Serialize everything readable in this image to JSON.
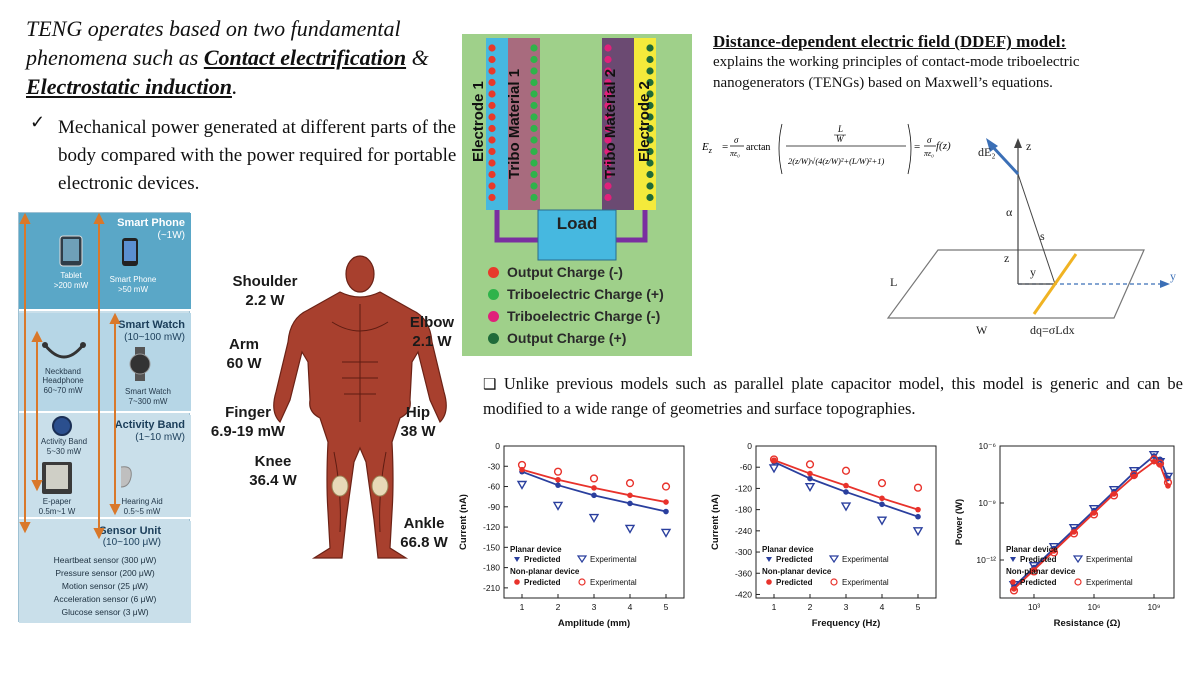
{
  "intro": {
    "pre": "TENG operates based on two fundamental phenomena such as ",
    "term1": "Contact electrification",
    "amp": " & ",
    "term2": "Electrostatic induction",
    "post": "."
  },
  "bullet1": {
    "mark": "✓",
    "text": "Mechanical power generated at different parts of the body compared with the power required for portable electronic devices."
  },
  "devices": {
    "smartphone": {
      "title": "Smart Phone",
      "range": "(~1W)",
      "tablet": "Tablet",
      "tablet_power": ">200 mW",
      "phone": "Smart Phone",
      "phone_power": ">50 mW"
    },
    "smartwatch": {
      "title": "Smart Watch",
      "range": "(10~100 mW)",
      "neckband": "Neckband Headphone",
      "neckband_power": "60~70 mW",
      "watch": "Smart Watch",
      "watch_power": "7~300 mW"
    },
    "activity": {
      "title": "Activity Band",
      "range": "(1~10 mW)",
      "band": "Activity Band",
      "band_power": "5~30 mW",
      "epaper": "E-paper",
      "epaper_power": "0.5m~1 W",
      "hearing": "Hearing Aid",
      "hearing_power": "0.5~5 mW"
    },
    "sensor": {
      "title": "Sensor Unit",
      "range": "(10~100 μW)",
      "items": [
        "Heartbeat sensor (300 μW)",
        "Pressure sensor (200 μW)",
        "Motion sensor (25 μW)",
        "Acceleration sensor (6 μW)",
        "Glucose sensor (3 μW)"
      ]
    }
  },
  "body_power": {
    "shoulder": {
      "label": "Shoulder",
      "value": "2.2 W"
    },
    "arm": {
      "label": "Arm",
      "value": "60 W"
    },
    "finger": {
      "label": "Finger",
      "value": "6.9-19 mW"
    },
    "knee": {
      "label": "Knee",
      "value": "36.4 W"
    },
    "elbow": {
      "label": "Elbow",
      "value": "2.1 W"
    },
    "hip": {
      "label": "Hip",
      "value": "38 W"
    },
    "ankle": {
      "label": "Ankle",
      "value": "66.8 W"
    }
  },
  "teng": {
    "electrode1": "Electrode 1",
    "tribo1": "Tribo Material 1",
    "tribo2": "Tribo Material 2",
    "electrode2": "Electrode 2",
    "load": "Load",
    "legend": [
      {
        "label": "Output Charge (-)",
        "color": "#e8392b"
      },
      {
        "label": "Triboelectric Charge (+)",
        "color": "#2fb34a"
      },
      {
        "label": "Triboelectric Charge (-)",
        "color": "#e0217a"
      },
      {
        "label": "Output Charge (+)",
        "color": "#1f6b3a"
      }
    ]
  },
  "ddef": {
    "title": "Distance-dependent electric field (DDEF) model:",
    "text": "explains the working principles of contact-mode triboelectric nanogenerators (TENGs) based on Maxwell’s equations.",
    "equation_left": "E",
    "equation_sub": "z",
    "equation_tail": "f(z)",
    "geom": {
      "dE2": "dE₂",
      "z_axis": "z",
      "alpha": "α",
      "s": "s",
      "z": "z",
      "y": "y",
      "L": "L",
      "W": "W",
      "dq": "dq=σLdx",
      "y_axis": "y"
    }
  },
  "bullet2": {
    "mark": "❑",
    "text": "Unlike previous models such as parallel plate capacitor model, this model is generic and can be modified to a wide range of geometries and surface topographies."
  },
  "colors": {
    "predicted_planar": "#2a3f9e",
    "predicted_nonplanar": "#e8322b",
    "teng_bg": "#9fd08a"
  },
  "chart_data": [
    {
      "type": "line",
      "xlabel": "Amplitude (mm)",
      "ylabel": "Current (nA)",
      "x": [
        1,
        2,
        3,
        4,
        5
      ],
      "xlim": [
        0.5,
        5.5
      ],
      "ylim": [
        -225,
        0
      ],
      "xticks": [
        "1",
        "2",
        "3",
        "4",
        "5"
      ],
      "yticks": [
        "0",
        "-30",
        "-60",
        "-90",
        "-120",
        "-150",
        "-180",
        "-210"
      ],
      "ytick_values": [
        0,
        -30,
        -60,
        -90,
        -120,
        -150,
        -180,
        -210
      ],
      "series": [
        {
          "name": "Predicted",
          "group": "Planar device",
          "marker": "line",
          "color": "#2a3f9e",
          "values": [
            -38,
            -58,
            -73,
            -85,
            -97
          ]
        },
        {
          "name": "Experimental",
          "group": "Planar device",
          "marker": "tri",
          "color": "#2a3f9e",
          "values": [
            -57,
            -88,
            -106,
            -122,
            -128
          ]
        },
        {
          "name": "Predicted",
          "group": "Non-planar device",
          "marker": "line",
          "color": "#e8322b",
          "values": [
            -35,
            -50,
            -62,
            -73,
            -83
          ]
        },
        {
          "name": "Experimental",
          "group": "Non-planar device",
          "marker": "circ",
          "color": "#e8322b",
          "values": [
            -28,
            -38,
            -48,
            -55,
            -60
          ]
        }
      ],
      "legend": {
        "group1": "Planar device",
        "group2": "Non-planar device",
        "predicted": "Predicted",
        "experimental": "Experimental"
      }
    },
    {
      "type": "line",
      "xlabel": "Frequency (Hz)",
      "ylabel": "Current (nA)",
      "x": [
        1,
        2,
        3,
        4,
        5
      ],
      "xlim": [
        0.5,
        5.5
      ],
      "ylim": [
        -430,
        0
      ],
      "xticks": [
        "1",
        "2",
        "3",
        "4",
        "5"
      ],
      "yticks": [
        "0",
        "-60",
        "-120",
        "-180",
        "-240",
        "-300",
        "-360",
        "-420"
      ],
      "ytick_values": [
        0,
        -60,
        -120,
        -180,
        -240,
        -300,
        -360,
        -420
      ],
      "series": [
        {
          "name": "Predicted",
          "group": "Planar device",
          "marker": "line",
          "color": "#2a3f9e",
          "values": [
            -45,
            -92,
            -130,
            -165,
            -200
          ]
        },
        {
          "name": "Experimental",
          "group": "Planar device",
          "marker": "tri",
          "color": "#2a3f9e",
          "values": [
            -62,
            -115,
            -170,
            -210,
            -240
          ]
        },
        {
          "name": "Predicted",
          "group": "Non-planar device",
          "marker": "line",
          "color": "#e8322b",
          "values": [
            -40,
            -78,
            -112,
            -148,
            -180
          ]
        },
        {
          "name": "Experimental",
          "group": "Non-planar device",
          "marker": "circ",
          "color": "#e8322b",
          "values": [
            -38,
            -52,
            -70,
            -105,
            -118
          ]
        }
      ],
      "legend": {
        "group1": "Planar device",
        "group2": "Non-planar device",
        "predicted": "Predicted",
        "experimental": "Experimental"
      }
    },
    {
      "type": "line",
      "xlabel": "Resistance (Ω)",
      "ylabel": "Power (W)",
      "log_x": true,
      "log_y": true,
      "x": [
        100.0,
        1000.0,
        10000.0,
        100000.0,
        1000000.0,
        10000000.0,
        100000000.0,
        1000000000.0,
        2000000000.0,
        5000000000.0
      ],
      "xlim": [
        20,
        10000000000.0
      ],
      "ylim": [
        1e-14,
        1e-06
      ],
      "xticks": [
        "10³",
        "10⁶",
        "10⁹"
      ],
      "xtick_values": [
        1000.0,
        1000000.0,
        1000000000.0
      ],
      "yticks": [
        "10⁻⁶",
        "10⁻⁹",
        "10⁻¹²"
      ],
      "ytick_values": [
        1e-06,
        1e-09,
        1e-12
      ],
      "series": [
        {
          "name": "Predicted",
          "group": "Planar device",
          "marker": "line",
          "color": "#2a3f9e",
          "values": [
            4e-14,
            4e-13,
            4e-12,
            4e-11,
            4e-10,
            4e-09,
            4e-08,
            3e-07,
            2e-07,
            2e-08
          ]
        },
        {
          "name": "Experimental",
          "group": "Planar device",
          "marker": "tri",
          "color": "#2a3f9e",
          "values": [
            5e-14,
            5e-13,
            5e-12,
            5e-11,
            5e-10,
            5e-09,
            5e-08,
            3.5e-07,
            1.5e-07,
            2.5e-08
          ]
        },
        {
          "name": "Predicted",
          "group": "Non-planar device",
          "marker": "line",
          "color": "#e8322b",
          "values": [
            3e-14,
            3e-13,
            3e-12,
            3e-11,
            3e-10,
            3e-09,
            2.5e-08,
            1.5e-07,
            1e-07,
            8e-09
          ]
        },
        {
          "name": "Experimental",
          "group": "Non-planar device",
          "marker": "circ",
          "color": "#e8322b",
          "values": [
            2.5e-14,
            2.5e-13,
            2.5e-12,
            2.5e-11,
            2.5e-10,
            2.5e-09,
            3e-08,
            2e-07,
            1.2e-07,
            1.2e-08
          ]
        }
      ],
      "legend": {
        "group1": "Planar device",
        "group2": "Non-planar device",
        "predicted": "Predicted",
        "experimental": "Experimental"
      }
    }
  ]
}
